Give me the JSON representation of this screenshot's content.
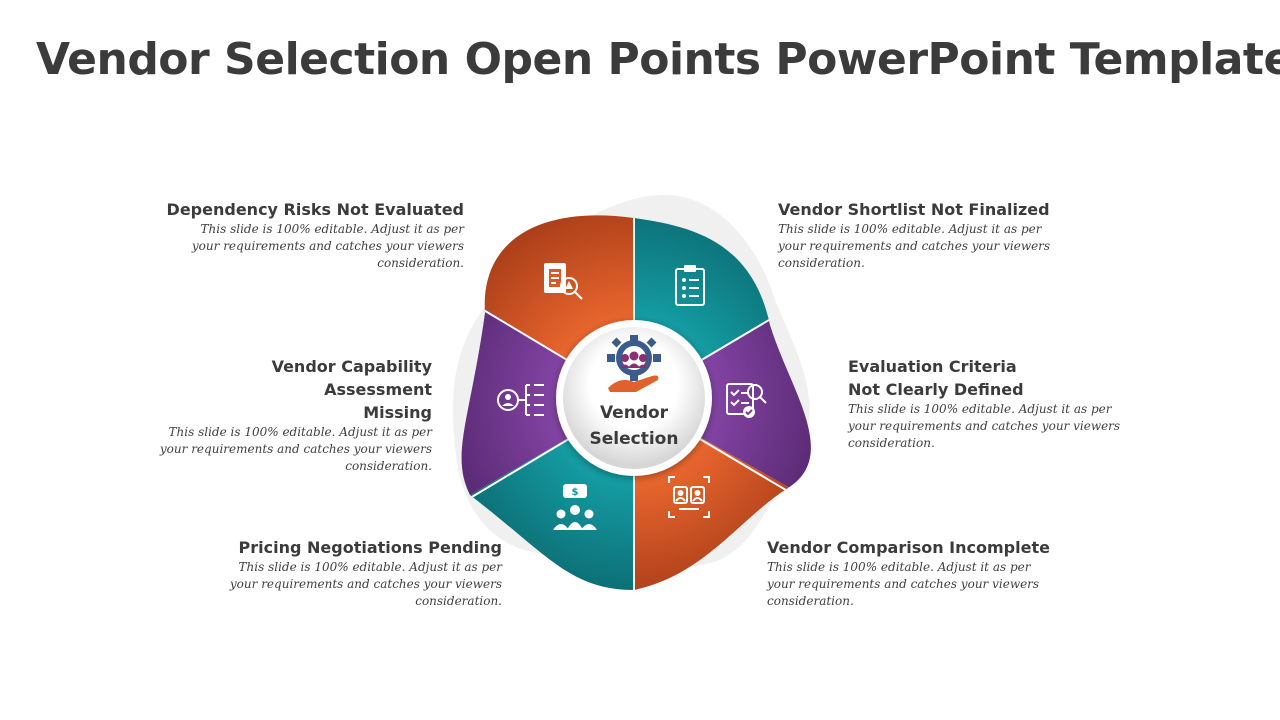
{
  "slide": {
    "title": "Vendor Selection Open Points PowerPoint Template"
  },
  "center": {
    "line1": "Vendor",
    "line2": "Selection",
    "icon": "gear-people-hand-icon"
  },
  "colors": {
    "orange": "#e0612c",
    "orange_dark": "#9c3514",
    "teal": "#11959b",
    "teal_dark": "#0a5f66",
    "purple": "#7a3c99",
    "purple_dark": "#4b2163",
    "blob_bg": "#f0f0f0",
    "title": "#3b3b3b"
  },
  "points": [
    {
      "id": "dependency",
      "heading": "Dependency Risks Not Evaluated",
      "desc": "This slide is 100% editable. Adjust it as per your requirements and catches your viewers consideration.",
      "icon": "risk-report-icon",
      "color": "orange"
    },
    {
      "id": "shortlist",
      "heading": "Vendor Shortlist Not Finalized",
      "desc": "This slide is 100% editable. Adjust it as per your requirements and catches your viewers consideration.",
      "icon": "clipboard-list-icon",
      "color": "teal"
    },
    {
      "id": "criteria",
      "heading": "Evaluation Criteria Not Clearly Defined",
      "desc": "This slide is 100% editable. Adjust it as per your requirements and catches your viewers consideration.",
      "icon": "checklist-search-icon",
      "color": "purple"
    },
    {
      "id": "comparison",
      "heading": "Vendor Comparison Incomplete",
      "desc": "This slide is 100% editable. Adjust it as per your requirements and catches your viewers consideration.",
      "icon": "compare-people-icon",
      "color": "orange"
    },
    {
      "id": "pricing",
      "heading": "Pricing Negotiations Pending",
      "desc": "This slide is 100% editable. Adjust it as per your requirements and catches your viewers consideration.",
      "icon": "negotiation-group-icon",
      "color": "teal"
    },
    {
      "id": "capability",
      "heading": "Vendor Capability Assessment Missing",
      "desc": "This slide is 100% editable. Adjust it as per your requirements and catches your viewers consideration.",
      "icon": "person-hierarchy-icon",
      "color": "purple"
    }
  ]
}
